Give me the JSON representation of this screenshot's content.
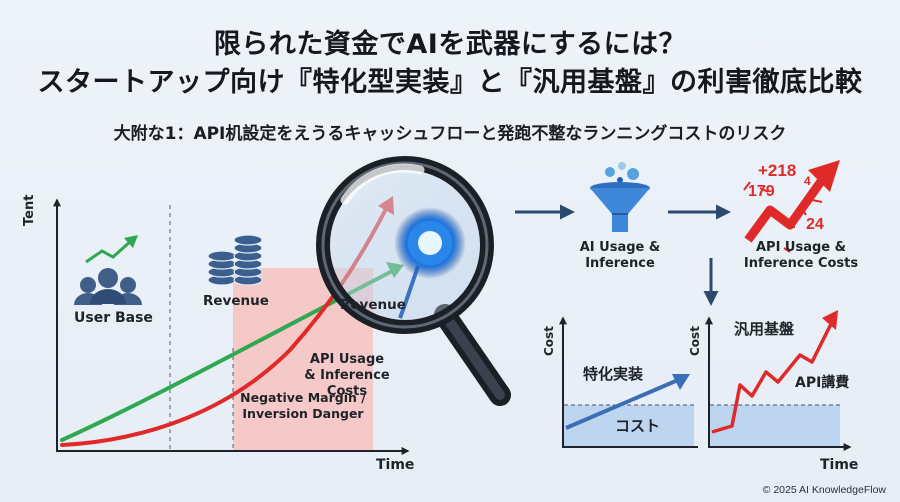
{
  "title_line1": "限られた資金でAIを武器にするには？",
  "title_line2": "スタートアップ向け『特化型実装』と『汎用基盤』の利害徹底比較",
  "subtitle": "大附な1：API机設定をえうるキャッシュフローと発跑不整なランニングコストのリスク",
  "left_chart": {
    "y_axis_label": "Tent",
    "x_axis_label": "Time",
    "user_base_label": "User Base",
    "revenue_label_1": "Revenue",
    "revenue_label_2": "Revenue",
    "api_cost_label": "API Usage\n& Inference Costs",
    "danger_label": "Negative Margin /\nInversion Danger"
  },
  "flow": {
    "funnel_label": "AI Usage &\nInference",
    "spike_label": "API Usage &\nInference Costs",
    "spike_numbers": [
      "+218",
      "4",
      "179",
      "?",
      "24"
    ]
  },
  "chart_specialized": {
    "y_axis_label": "Cost",
    "line_label": "特化実装",
    "area_label": "コスト"
  },
  "chart_general": {
    "y_axis_label": "Cost",
    "x_axis_label": "Time",
    "top_label": "汎用基盤",
    "line_label": "API講費"
  },
  "colors": {
    "red": "#e02a2a",
    "green": "#2fa84f",
    "blue": "#3a6fb5",
    "navy": "#2c4a6e",
    "pink_zone": "#f7c2bf",
    "light_blue_area": "#b9d2ef"
  },
  "copyright": "© 2025 AI KnowledgeFlow"
}
